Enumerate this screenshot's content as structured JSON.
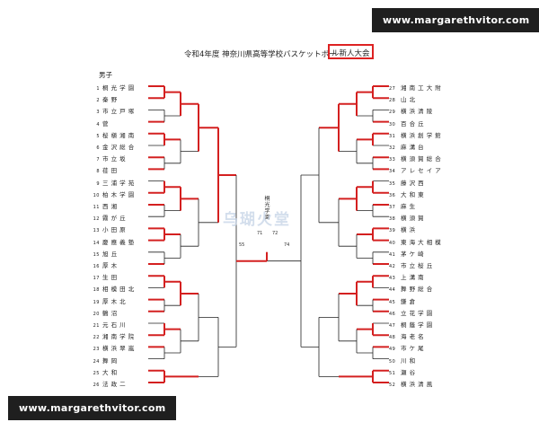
{
  "watermark": {
    "top": "www.margarethvitor.com",
    "bottom": "www.margarethvitor.com"
  },
  "document": {
    "title_main": "令和4年度  神奈川県高等学校バスケットボー",
    "title_boxed": "ル新人大会",
    "division": "男子",
    "champion_vertical": "桐光学園",
    "ghost_text": "乌瑚火堂",
    "final_scores": {
      "left": "71",
      "right": "72",
      "left_lower": "55",
      "right_lower": "74"
    }
  },
  "left_teams": [
    {
      "num": "1",
      "name": "桐 光 学 園"
    },
    {
      "num": "2",
      "name": "秦       野"
    },
    {
      "num": "3",
      "name": "市 立 戸 塚"
    },
    {
      "num": "4",
      "name": "菅"
    },
    {
      "num": "5",
      "name": "桜 槇 湘 南"
    },
    {
      "num": "6",
      "name": "金 沢 総 合"
    },
    {
      "num": "7",
      "name": "市    立    坂"
    },
    {
      "num": "8",
      "name": "荏       田"
    },
    {
      "num": "9",
      "name": "三 浦 学 苑"
    },
    {
      "num": "10",
      "name": "柏 木 学 園"
    },
    {
      "num": "11",
      "name": "西       湘"
    },
    {
      "num": "12",
      "name": "霧  が  丘"
    },
    {
      "num": "13",
      "name": "小   田   原"
    },
    {
      "num": "14",
      "name": "慶 應 義 塾"
    },
    {
      "num": "15",
      "name": "旭       丘"
    },
    {
      "num": "16",
      "name": "厚       木"
    },
    {
      "num": "17",
      "name": "生       田"
    },
    {
      "num": "18",
      "name": "相 模 田 北"
    },
    {
      "num": "19",
      "name": "厚   木   北"
    },
    {
      "num": "20",
      "name": "鶴       沼"
    },
    {
      "num": "21",
      "name": "元   石   川"
    },
    {
      "num": "22",
      "name": "湘 南 学 院"
    },
    {
      "num": "23",
      "name": "横 浜 翠 嵐"
    },
    {
      "num": "24",
      "name": "舞       岡"
    },
    {
      "num": "25",
      "name": "大       和"
    },
    {
      "num": "26",
      "name": "法   政   二"
    }
  ],
  "right_teams": [
    {
      "num": "27",
      "name": "湘 南 工 大 附"
    },
    {
      "num": "28",
      "name": "山       北"
    },
    {
      "num": "29",
      "name": "横 浜 清 陵"
    },
    {
      "num": "30",
      "name": "百   合   丘"
    },
    {
      "num": "31",
      "name": "横 浜 創 学 館"
    },
    {
      "num": "32",
      "name": "麻   溝   台"
    },
    {
      "num": "33",
      "name": "横 須 賀 総 合"
    },
    {
      "num": "34",
      "name": "ア レ セ イ ア"
    },
    {
      "num": "35",
      "name": "藤   沢   西"
    },
    {
      "num": "36",
      "name": "大   和   東"
    },
    {
      "num": "37",
      "name": "麻       生"
    },
    {
      "num": "38",
      "name": "横   須   賀"
    },
    {
      "num": "39",
      "name": "横       浜"
    },
    {
      "num": "40",
      "name": "東 海 大 相 模"
    },
    {
      "num": "41",
      "name": "茅   ケ   崎"
    },
    {
      "num": "42",
      "name": "市 立 桜 丘"
    },
    {
      "num": "43",
      "name": "上   溝   南"
    },
    {
      "num": "44",
      "name": "舞 野 総 合"
    },
    {
      "num": "45",
      "name": "鎌       倉"
    },
    {
      "num": "46",
      "name": "立 花 学 園"
    },
    {
      "num": "47",
      "name": "桐 蔭 学 園"
    },
    {
      "num": "48",
      "name": "海   老   名"
    },
    {
      "num": "49",
      "name": "市   ケ   尾"
    },
    {
      "num": "50",
      "name": "川       和"
    },
    {
      "num": "51",
      "name": "瀬       谷"
    },
    {
      "num": "52",
      "name": "横 浜 清 風"
    }
  ]
}
